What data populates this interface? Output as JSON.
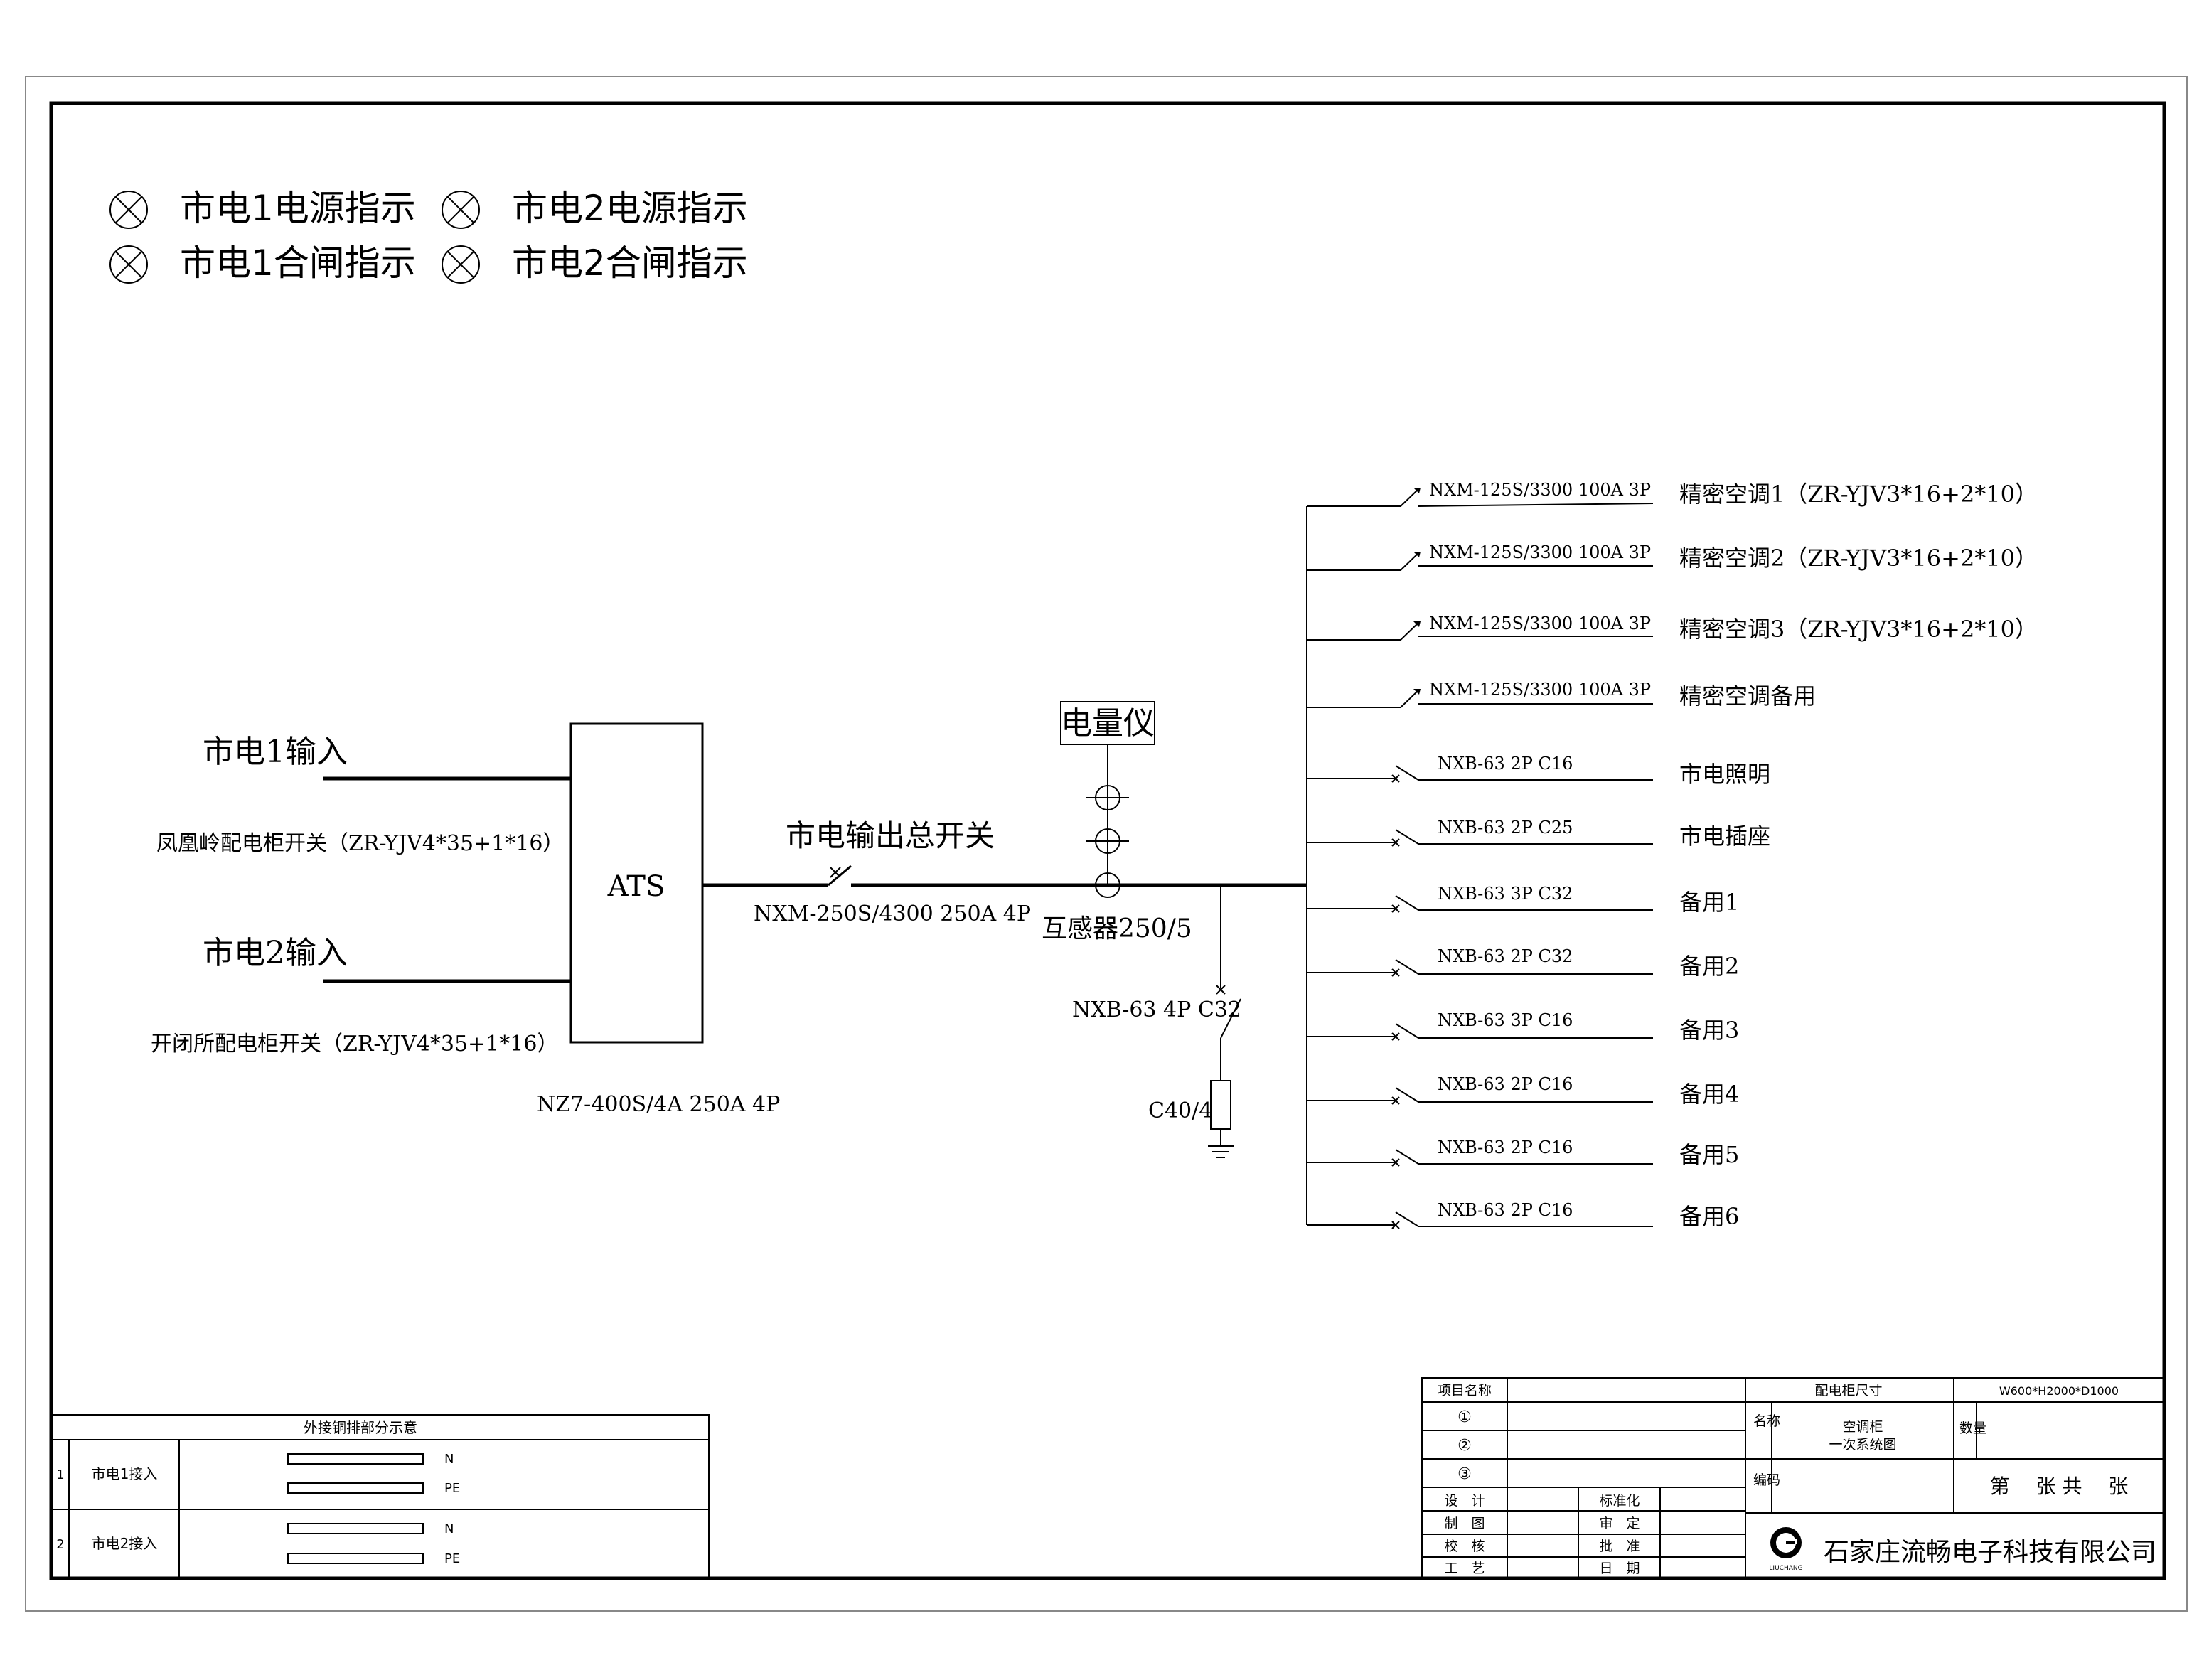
{
  "indicators": [
    "市电1电源指示",
    "市电2电源指示",
    "市电1合闸指示",
    "市电2合闸指示"
  ],
  "inputs": {
    "input1_label": "市电1输入",
    "input1_cable": "凤凰岭配电柜开关（ZR-YJV4*35+1*16）",
    "input2_label": "市电2输入",
    "input2_cable": "开闭所配电柜开关（ZR-YJV4*35+1*16）"
  },
  "ats": {
    "label": "ATS",
    "model": "NZ7-400S/4A 250A 4P"
  },
  "main_switch": {
    "label": "市电输出总开关",
    "model": "NXM-250S/4300 250A 4P"
  },
  "meter": {
    "label": "电量仪",
    "ct_label": "互感器250/5"
  },
  "spd": {
    "breaker": "NXB-63 4P C32",
    "arrester": "C40/4"
  },
  "branches": [
    {
      "breaker": "NXM-125S/3300 100A 3P",
      "load": "精密空调1（ZR-YJV3*16+2*10）"
    },
    {
      "breaker": "NXM-125S/3300 100A 3P",
      "load": "精密空调2（ZR-YJV3*16+2*10）"
    },
    {
      "breaker": "NXM-125S/3300 100A 3P",
      "load": "精密空调3（ZR-YJV3*16+2*10）"
    },
    {
      "breaker": "NXM-125S/3300 100A 3P",
      "load": "精密空调备用"
    },
    {
      "breaker": "NXB-63 2P C16",
      "load": "市电照明"
    },
    {
      "breaker": "NXB-63 2P C25",
      "load": "市电插座"
    },
    {
      "breaker": "NXB-63 3P C32",
      "load": "备用1"
    },
    {
      "breaker": "NXB-63 2P C32",
      "load": "备用2"
    },
    {
      "breaker": "NXB-63 3P C16",
      "load": "备用3"
    },
    {
      "breaker": "NXB-63 2P C16",
      "load": "备用4"
    },
    {
      "breaker": "NXB-63 2P C16",
      "load": "备用5"
    },
    {
      "breaker": "NXB-63 2P C16",
      "load": "备用6"
    }
  ],
  "busbar_table": {
    "title": "外接铜排部分示意",
    "rows": [
      {
        "no": "1",
        "name": "市电1接入",
        "bars": [
          "N",
          "PE"
        ]
      },
      {
        "no": "2",
        "name": "市电2接入",
        "bars": [
          "N",
          "PE"
        ]
      }
    ]
  },
  "title_block": {
    "project_name_label": "项目名称",
    "circle1": "①",
    "circle2": "②",
    "circle3": "③",
    "size_label": "配电柜尺寸",
    "size_value": "W600*H2000*D1000",
    "name_label": "名称",
    "name_value_line1": "空调柜",
    "name_value_line2": "一次系统图",
    "qty_label": "数量",
    "code_label": "编码",
    "sheet_text": "第　 张 共　 张",
    "design": "设　计",
    "drawing": "制　图",
    "check": "校　核",
    "process": "工　艺",
    "standard": "标准化",
    "review": "审　定",
    "approve": "批　准",
    "date": "日　期",
    "company": "石家庄流畅电子科技有限公司",
    "logo_text": "LIUCHANG"
  }
}
